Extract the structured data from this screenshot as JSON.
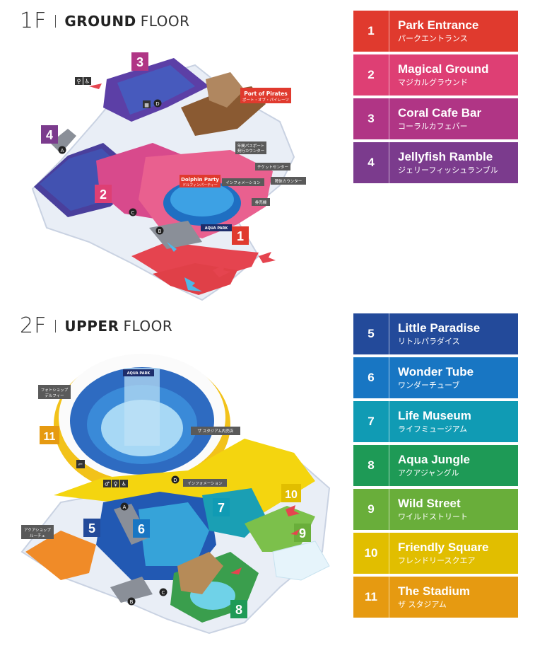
{
  "floor1": {
    "number": "1F",
    "title_bold": "GROUND",
    "title_light": "FLOOR",
    "areas": [
      {
        "num": "1",
        "en": "Park Entrance",
        "jp": "パークエントランス",
        "color": "#E03A2E"
      },
      {
        "num": "2",
        "en": "Magical Ground",
        "jp": "マジカルグラウンド",
        "color": "#DE3F74"
      },
      {
        "num": "3",
        "en": "Coral Cafe Bar",
        "jp": "コーラルカフェバー",
        "color": "#B03585"
      },
      {
        "num": "4",
        "en": "Jellyfish Ramble",
        "jp": "ジェリーフィッシュランブル",
        "color": "#7B3B8D"
      }
    ],
    "map_labels": {
      "port_en": "Port of Pirates",
      "port_jp": "ポート・オブ・パイレーツ",
      "dolphin_en": "Dolphin Party",
      "dolphin_jp": "ドルフィンパーティー",
      "annual_pass": "年間パスポート",
      "annual_pass_2": "発行カウンター",
      "ticket_center": "チケットセンター",
      "information": "インフォメーション",
      "disability_counter": "障体カウンター",
      "ticket_office": "券売機",
      "aqua_park": "AQUA PARK"
    }
  },
  "floor2": {
    "number": "2F",
    "title_bold": "UPPER",
    "title_light": "FLOOR",
    "areas": [
      {
        "num": "5",
        "en": "Little Paradise",
        "jp": "リトルパラダイス",
        "color": "#234A9A"
      },
      {
        "num": "6",
        "en": "Wonder Tube",
        "jp": "ワンダーチューブ",
        "color": "#1876C3"
      },
      {
        "num": "7",
        "en": "Life Museum",
        "jp": "ライフミュージアム",
        "color": "#109BB4"
      },
      {
        "num": "8",
        "en": "Aqua Jungle",
        "jp": "アクアジャングル",
        "color": "#1E9A56"
      },
      {
        "num": "9",
        "en": "Wild Street",
        "jp": "ワイルドストリート",
        "color": "#69AE3A"
      },
      {
        "num": "10",
        "en": "Friendly Square",
        "jp": "フレンドリースクエア",
        "color": "#E1BE00"
      },
      {
        "num": "11",
        "en": "The Stadium",
        "jp": "ザ スタジアム",
        "color": "#E69A11"
      }
    ],
    "map_labels": {
      "photo_shop": "フォトショップ",
      "photo_shop_2": "デルフィー",
      "stadium_shop": "ザ スタジアム内売店",
      "information": "インフォメーション",
      "aqua_shop": "アクアショップ",
      "aqua_shop_2": "ルーチェ",
      "aqua_park": "AQUA PARK"
    }
  },
  "icons": {
    "restroom": "restroom-icon",
    "wheelchair": "wheelchair-icon",
    "locker": "locker-icon",
    "stairs": "stairs-icon"
  },
  "markers": {
    "a": "A",
    "b": "B",
    "c": "C",
    "d": "D"
  }
}
